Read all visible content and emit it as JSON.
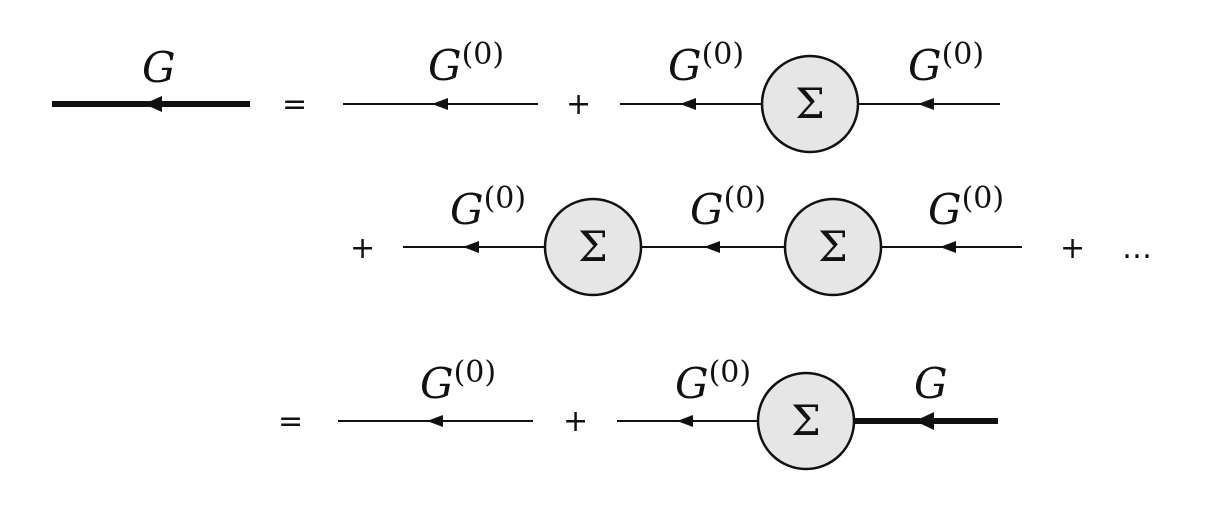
{
  "labels": {
    "full_propagator": "G",
    "bare_propagator_base": "G",
    "bare_propagator_superscript": "(0)",
    "self_energy": "Σ",
    "equals": "=",
    "plus": "+",
    "ellipsis": "…"
  },
  "colors": {
    "line": "#111111",
    "self_energy_fill": "#e6e6e6",
    "background": "#ffffff"
  }
}
